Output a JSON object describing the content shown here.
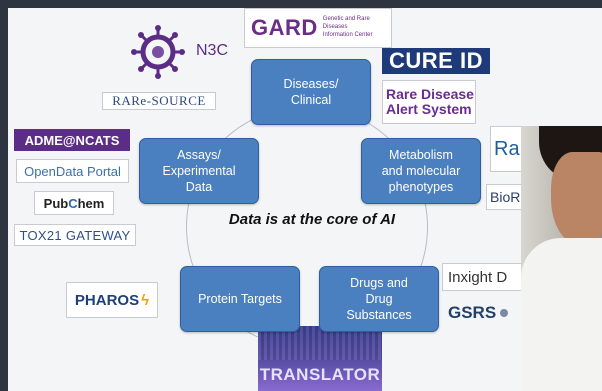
{
  "center_text": "Data is at the core of AI",
  "nodes": {
    "diseases": "Diseases/\nClinical",
    "metabolism": "Metabolism\nand molecular\nphenotypes",
    "drugs": "Drugs and\nDrug\nSubstances",
    "protein": "Protein Targets",
    "assays": "Assays/\nExperimental\nData"
  },
  "logos": {
    "n3c": "N3C",
    "gard": "GARD",
    "gard_sub1": "Genetic and Rare Diseases",
    "gard_sub2": "Information Center",
    "cure_id": "CURE ID",
    "rdas1": "Rare Disease",
    "rdas2": "Alert System",
    "rare_source": "RARe-SOURCE",
    "adme": "ADME@NCATS",
    "opendata": "OpenData Portal",
    "pubchem_a": "Pub",
    "pubchem_b": "C",
    "pubchem_c": "hem",
    "tox21": "TOX21 GATEWAY",
    "pharos": "PHAROS",
    "translator": "TRANSLATOR",
    "ra": "Ra",
    "bio": "BioR",
    "inxight": "Inxight D",
    "gsrs": "GSRS"
  },
  "colors": {
    "node_fill": "#4a7fc0",
    "gard_purple": "#6b2d86",
    "cure_blue": "#1f3a78",
    "rdas_purple": "#6a2c91",
    "adme_purple": "#5b2d86"
  }
}
